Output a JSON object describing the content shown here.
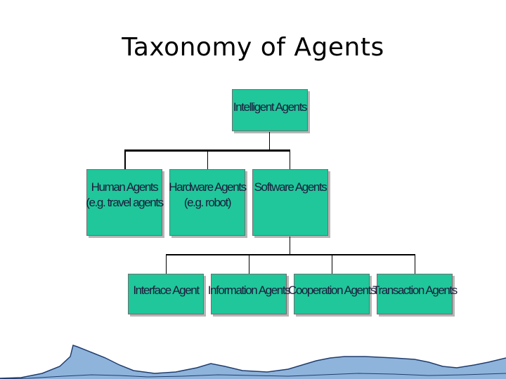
{
  "slide": {
    "title": "Taxonomy of Agents"
  },
  "diagram": {
    "root": {
      "label": "Intelligent Agents"
    },
    "level1": [
      {
        "id": "human",
        "lines": [
          "Human Agents",
          "(e.g. travel agents"
        ]
      },
      {
        "id": "hardware",
        "lines": [
          "Hardware Agents",
          "(e.g. robot)"
        ]
      },
      {
        "id": "software",
        "lines": [
          "Software Agents"
        ]
      }
    ],
    "level2": [
      {
        "id": "interface",
        "label": "Interface Agent"
      },
      {
        "id": "information",
        "label": "Information Agents"
      },
      {
        "id": "cooperation",
        "label": "Cooperation Agents"
      },
      {
        "id": "transaction",
        "label": "Transaction Agents"
      }
    ],
    "colors": {
      "node_fill": "#1fc79a",
      "node_text": "#1d1d3c",
      "connector": "#000000",
      "coast_fill": "#8fb4dc",
      "coast_stroke": "#1f3d6e"
    }
  }
}
